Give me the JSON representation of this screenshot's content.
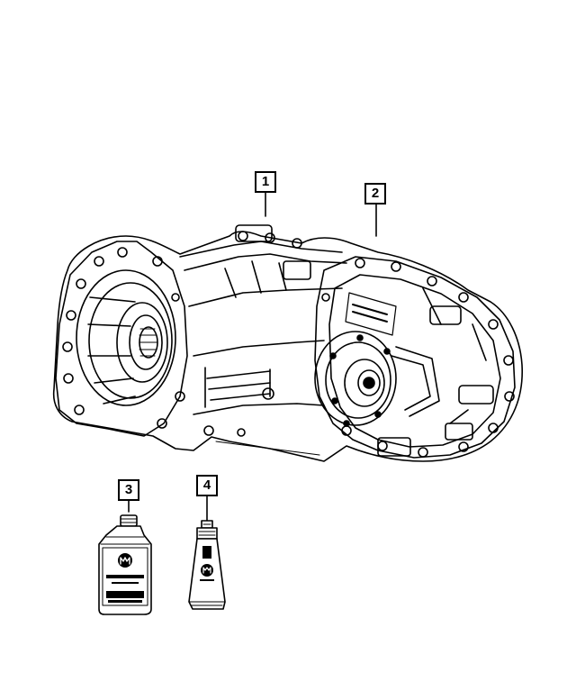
{
  "callouts": [
    {
      "label": "1",
      "part": "transfer-case"
    },
    {
      "label": "2",
      "part": "transfer-case-rear-housing"
    },
    {
      "label": "3",
      "part": "fluid-bottle"
    },
    {
      "label": "4",
      "part": "sealant-tube"
    }
  ],
  "colors": {
    "line": "#000000",
    "background": "#ffffff"
  },
  "icons": [
    "mopar-logo-icon"
  ]
}
